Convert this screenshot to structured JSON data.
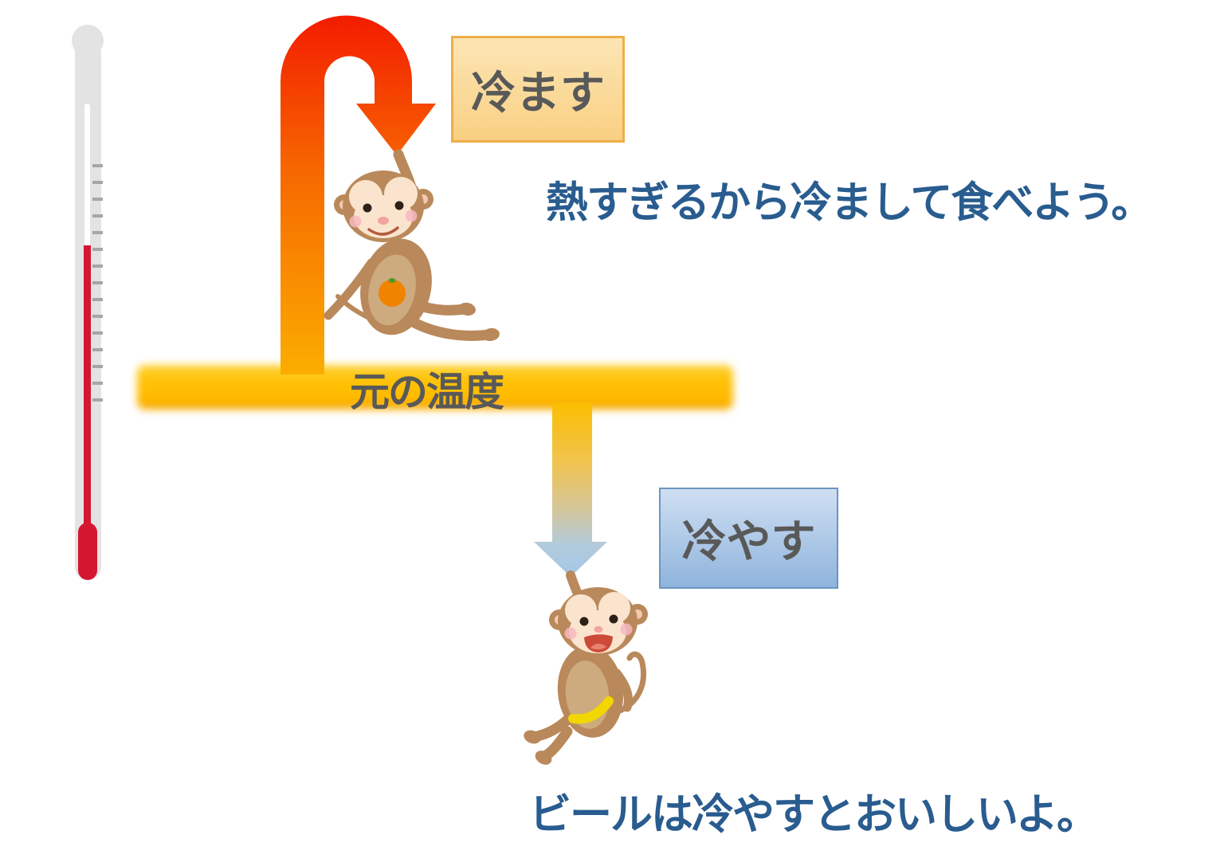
{
  "diagram": {
    "cool_box": {
      "label": "冷ます"
    },
    "chill_box": {
      "label": "冷やす"
    },
    "base_bar": {
      "label": "元の温度"
    },
    "caption_top": {
      "text": "熱すぎるから冷まして食べよう。"
    },
    "caption_bottom": {
      "text": "ビールは冷やすとおいしいよ。"
    },
    "icons": {
      "thermometer": "thermometer-icon",
      "hot_arrow": "u-turn-cool-down-arrow-icon",
      "cold_arrow": "chill-down-arrow-icon",
      "monkey_top": "monkey-with-orange-icon",
      "monkey_bottom": "monkey-with-banana-icon"
    },
    "colors": {
      "hot_arrow_top": "#f31c00",
      "hot_arrow_mid": "#f76a00",
      "hot_arrow_bottom": "#fbad00",
      "bar_gold": "#ffc107",
      "cold_arrow_top": "#fbbe00",
      "cold_arrow_bottom": "#a3c7e8",
      "cool_box_fill": "#fbdc9e",
      "cool_box_border": "#efae49",
      "chill_box_fill": "#b4cbe9",
      "chill_box_border": "#6d94be",
      "caption_text": "#295c8f",
      "label_text": "#595959",
      "thermometer_mercury": "#d4162f",
      "monkey_fur": "#b9895b",
      "monkey_face": "#fbe4ce"
    }
  }
}
